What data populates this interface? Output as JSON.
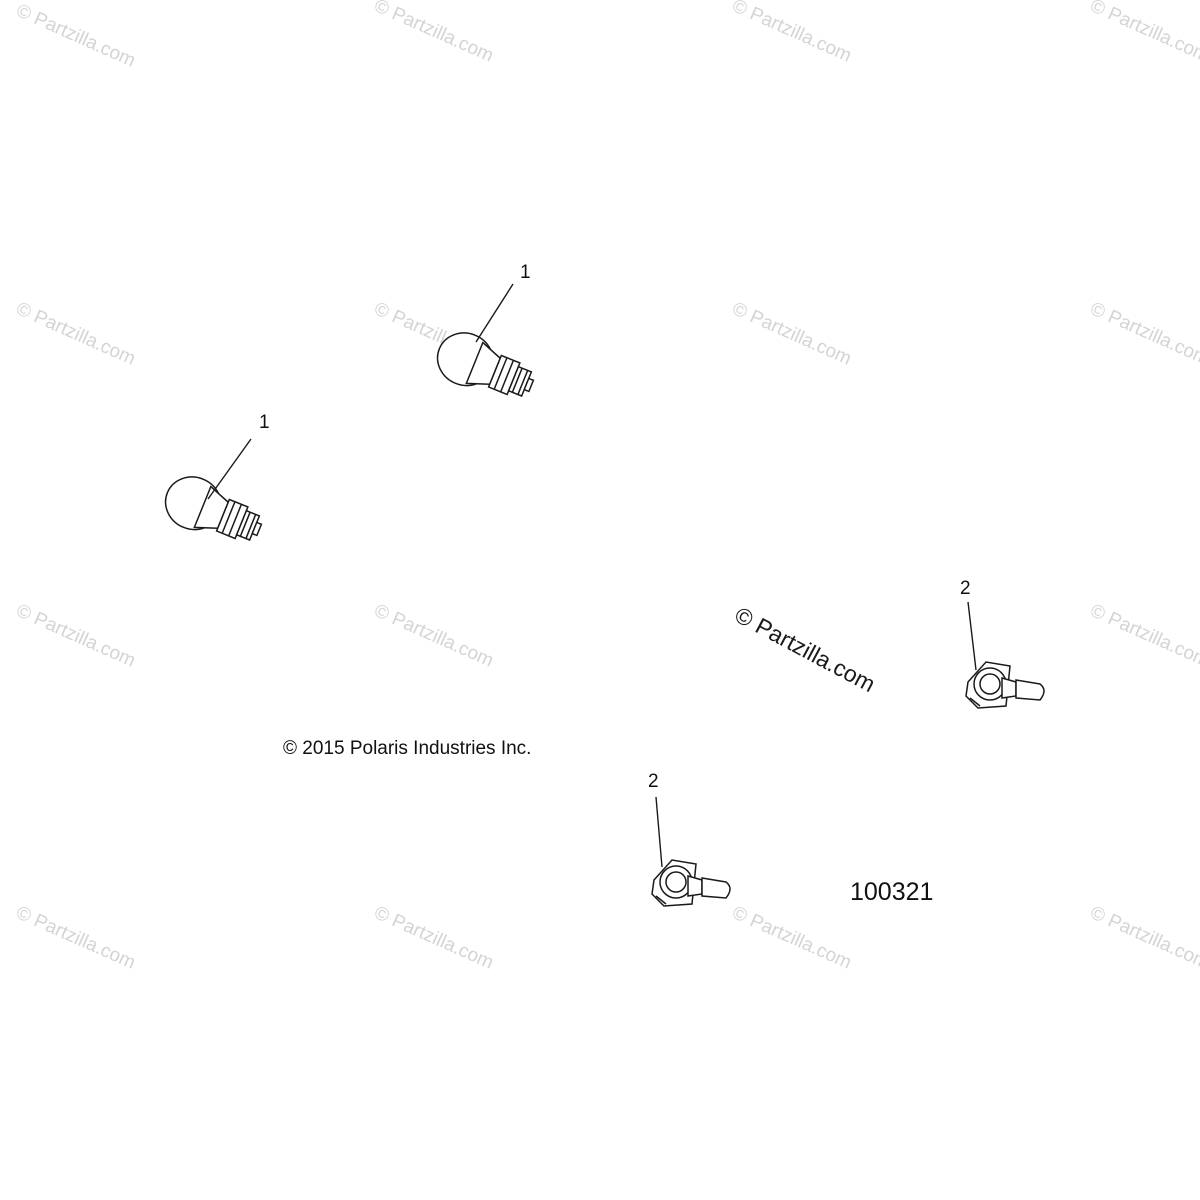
{
  "watermark": {
    "text": "© Partzilla.com"
  },
  "copyright": "© 2015 Polaris Industries Inc.",
  "diagram_number": "100321",
  "callouts": {
    "bulb_wedge": "1",
    "bulb_halogen": "2"
  }
}
